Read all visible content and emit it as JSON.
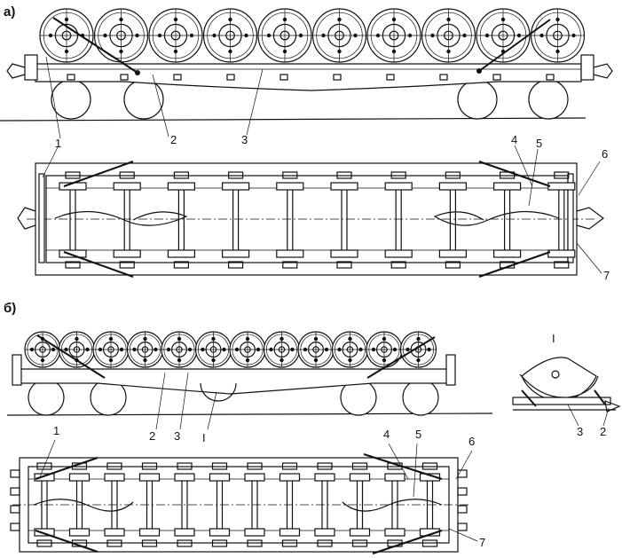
{
  "view_a": {
    "tag": "а)",
    "side_callouts": [
      "1",
      "2",
      "3"
    ],
    "top_callouts": [
      "4",
      "5",
      "6",
      "7"
    ],
    "wheel_count": 10
  },
  "view_b": {
    "tag": "б)",
    "side_callouts": [
      "2",
      "3",
      "I"
    ],
    "top_callouts": [
      "1",
      "4",
      "5",
      "6",
      "7"
    ],
    "wheel_count": 12
  },
  "detail": {
    "title": "I",
    "callouts": [
      "3",
      "2"
    ]
  }
}
